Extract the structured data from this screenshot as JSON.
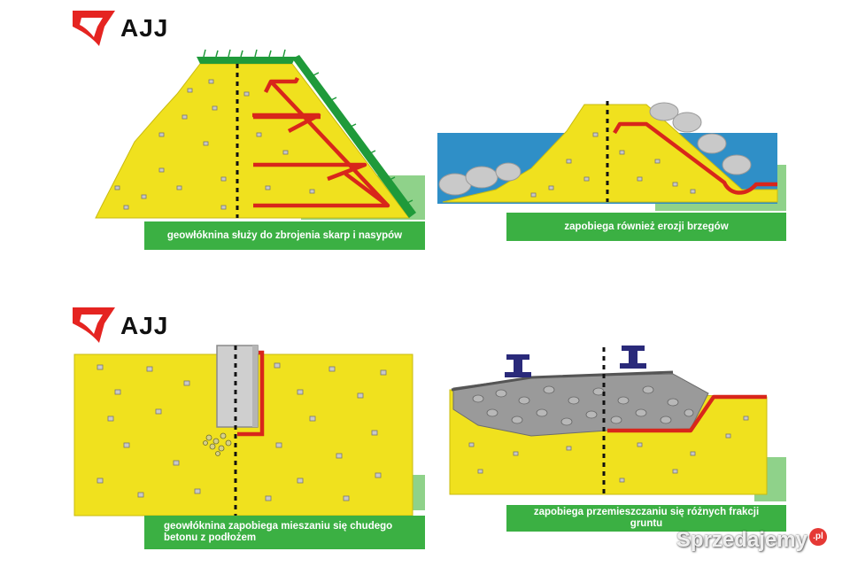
{
  "brand": {
    "name": "AJJ",
    "logo_color": "#e52421"
  },
  "panels": {
    "embankment": {
      "caption": "geowłóknina służy do zbrojenia skarp i nasypów"
    },
    "shore": {
      "caption": "zapobiega również erozji brzegów"
    },
    "foundation": {
      "caption": "geowłóknina zapobiega mieszaniu się chudego betonu z podłożem"
    },
    "rail": {
      "caption": "zapobiega przemieszczaniu się różnych frakcji gruntu"
    }
  },
  "watermark": {
    "text": "Sprzedajemy",
    "badge": ".pl"
  },
  "colors": {
    "soil": "#f0e11e",
    "geotextile": "#d8261b",
    "grass": "#1f9a3a",
    "water": "#2f8fc7",
    "gravel": "#9a9a9a",
    "rail": "#2a2a7a",
    "caption_bg": "#3bb043",
    "light_green": "#8fd28a"
  }
}
